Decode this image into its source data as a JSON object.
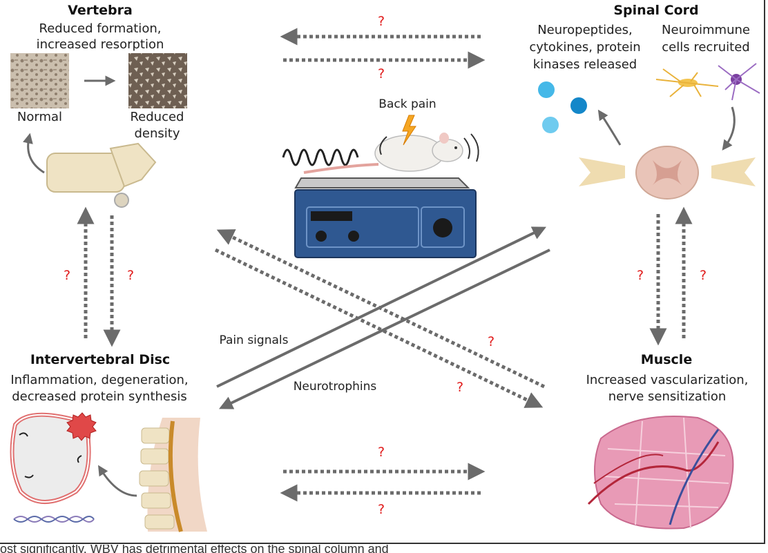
{
  "vertebra": {
    "title": "Vertebra",
    "desc_line1": "Reduced formation,",
    "desc_line2": "increased resorption",
    "normal_label": "Normal",
    "reduced_label_line1": "Reduced",
    "reduced_label_line2": "density"
  },
  "spinal_cord": {
    "title": "Spinal Cord",
    "col1_line1": "Neuropeptides,",
    "col1_line2": "cytokines, protein",
    "col1_line3": "kinases released",
    "col2_line1": "Neuroimmune",
    "col2_line2": "cells recruited"
  },
  "disc": {
    "title": "Intervertebral Disc",
    "desc_line1": "Inflammation, degeneration,",
    "desc_line2": "decreased protein synthesis"
  },
  "muscle": {
    "title": "Muscle",
    "desc_line1": "Increased vascularization,",
    "desc_line2": "nerve sensitization"
  },
  "center": {
    "back_pain": "Back pain",
    "pain_signals": "Pain signals",
    "neurotrophins": "Neurotrophins"
  },
  "unknown_mark": "?",
  "cutoff_text": "ost significantly. WBV has detrimental effects on the spinal column and",
  "colors": {
    "arrow_gray": "#6b6b6b",
    "question_red": "#e01b1b",
    "bone": "#efe3c4",
    "plate_blue": "#2f5891",
    "muscle_pink": "#e89ab6"
  }
}
